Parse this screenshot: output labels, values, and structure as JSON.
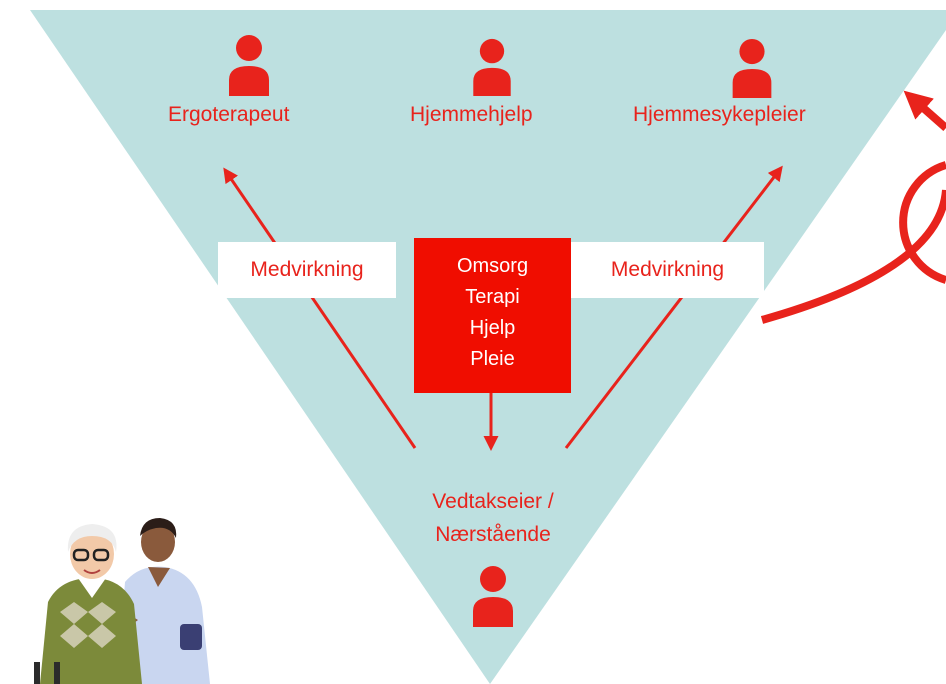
{
  "diagram": {
    "colors": {
      "triangle": "#bde0e0",
      "accent": "#e8231c",
      "box": "#f00d00",
      "box_text": "#ffffff"
    },
    "roles": [
      {
        "label": "Ergoterapeut",
        "icon": "person-icon"
      },
      {
        "label": "Hjemmehjelp",
        "icon": "person-icon"
      },
      {
        "label": "Hjemmesykepleier",
        "icon": "person-icon"
      }
    ],
    "center_box": {
      "lines": [
        "Omsorg",
        "Terapi",
        "Hjelp",
        "Pleie"
      ]
    },
    "left_link": {
      "label": "Medvirkning"
    },
    "right_link": {
      "label": "Medvirkning"
    },
    "recipient": {
      "line1": "Vedtakseier /",
      "line2": "Nærstående",
      "icon": "person-icon"
    },
    "illustration": "caregiver-with-elderly-person-illustration"
  }
}
